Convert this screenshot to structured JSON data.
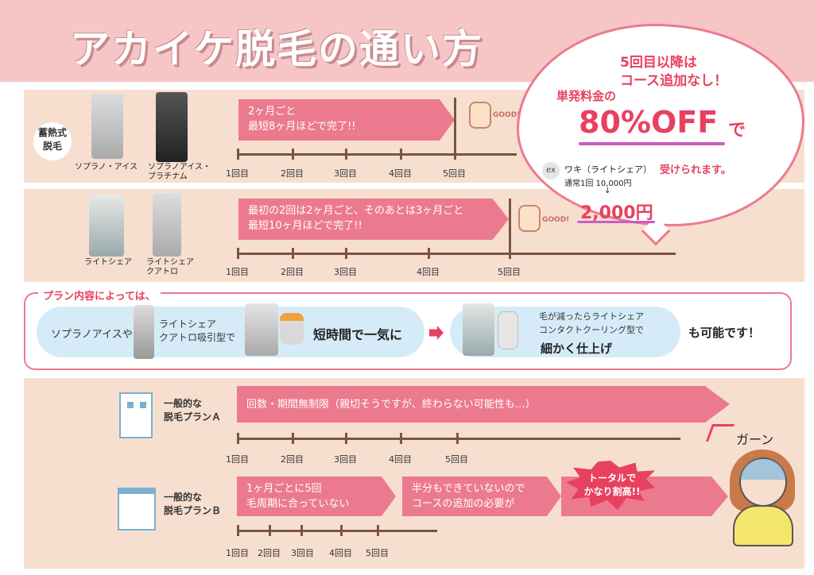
{
  "title": "アカイケ脱毛の通い方",
  "bubble": {
    "line1": "5回目以降は",
    "line2": "コース追加なし！",
    "line3": "単発料金の",
    "big": "80%OFF",
    "de": "で",
    "line4": "受けられます。",
    "ex": "ex",
    "ex_item": "ワキ（ライトシェア）",
    "ex_normal": "通常1回 10,000円",
    "ex_arrow": "↓",
    "ex_price": "2,000円"
  },
  "section1": {
    "label": "蓄熱式\n脱毛",
    "machine1": "ソプラノ・アイス",
    "machine2": "ソプラノアイス・\nプラチナム",
    "arrow": "2ヶ月ごと\n最短8ヶ月ほどで完了!!",
    "good": "GOOD!",
    "ticks": [
      "1回目",
      "2回目",
      "3回目",
      "4回目",
      "5回目"
    ]
  },
  "section2": {
    "machine1": "ライトシェア",
    "machine2": "ライトシェア\nクアトロ",
    "arrow": "最初の2回は2ヶ月ごと、そのあとは3ヶ月ごと\n最短10ヶ月ほどで完了!!",
    "good": "GOOD!",
    "ticks": [
      "1回目",
      "2回目",
      "3回目",
      "4回目",
      "5回目"
    ]
  },
  "plan": {
    "header": "プラン内容によっては、",
    "left_text": "ソプラノアイスや",
    "left_sub": "ライトシェア\nクアトロ吸引型で",
    "left_strong": "短時間で一気に",
    "right_sub": "毛が減ったらライトシェア\nコンタクトクーリング型で",
    "right_strong": "細かく仕上げ",
    "end": "も可能です！"
  },
  "planA": {
    "label": "一般的な\n脱毛プランＡ",
    "arrow": "回数・期間無制限（親切そうですが、終わらない可能性も…）",
    "ticks": [
      "1回目",
      "2回目",
      "3回目",
      "4回目",
      "5回目"
    ]
  },
  "planB": {
    "label": "一般的な\n脱毛プランＢ",
    "arrow1": "1ヶ月ごとに5回\n毛周期に合っていない",
    "arrow2": "半分もできていないので\nコースの追加の必要が",
    "burst": "トータルで\nかなり割高!!",
    "gaan": "ガーン",
    "ticks": [
      "1回目",
      "2回目",
      "3回目",
      "4回目",
      "5回目"
    ]
  }
}
